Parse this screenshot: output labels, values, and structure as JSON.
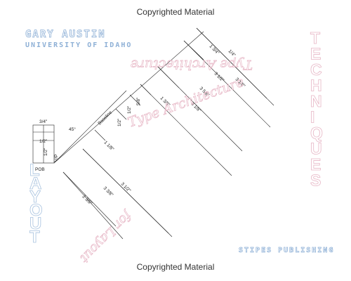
{
  "header": {
    "copyright": "Copyrighted Material"
  },
  "footer": {
    "copyright": "Copyrighted Material"
  },
  "author": {
    "name": "GARY AUSTIN",
    "affiliation": "UNIVERSITY OF IDAHO"
  },
  "title": {
    "vertical_right": "TECHNIQUES",
    "layout": "LAYOUT"
  },
  "script_lines": [
    "Type Architecture",
    "Type Architecture",
    "for Layout"
  ],
  "publisher": "STIPES PUBLISHING",
  "dimensions": {
    "top_left_width": "3/4\"",
    "half_width": "1/2\"",
    "pob": "POB",
    "small_half": "1/2\"",
    "vp": "V/P",
    "angle": "45°",
    "baseline": "Baseline",
    "d_2_3_8": "2 3/8\"",
    "d_3_3_8": "3 3/8\"",
    "d_3_1_2_lower": "3 1/2\"",
    "d_1_1_8": "1 1/8\"",
    "d_1_2_a": "1/2\"",
    "d_1_2_b": "1/2\"",
    "d_5_8": "5/8\"",
    "d_1_3_8": "1 3/8\"",
    "d_3_1_8_mid": "3 1/8\"",
    "d_3_5_8": "3 5/8\"",
    "d_3_1_2_upper": "3 1/2\"",
    "d_3_1_8_upper": "3 1/8\"",
    "d_1_3_4": "1 3/4\"",
    "d_1_4": "1/4\""
  },
  "colors": {
    "outline_blue": "#a9c3df",
    "outline_pink": "#e7b7c6",
    "line": "#222222",
    "author_blue": "#8eb0d6"
  }
}
